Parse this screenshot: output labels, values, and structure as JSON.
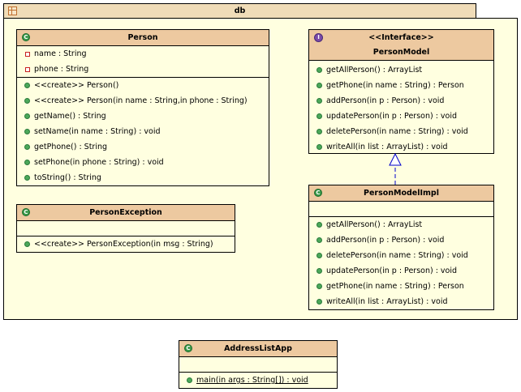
{
  "package": {
    "name": "db"
  },
  "classes": {
    "person": {
      "name": "Person",
      "attributes": [
        "name : String",
        "phone : String"
      ],
      "operations": [
        "<<create>> Person()",
        "<<create>> Person(in name : String,in phone : String)",
        "getName() : String",
        "setName(in name : String) : void",
        "getPhone() : String",
        "setPhone(in phone : String) : void",
        "toString() : String"
      ]
    },
    "person_model": {
      "stereotype": "<<Interface>>",
      "name": "PersonModel",
      "operations": [
        "getAllPerson() : ArrayList",
        "getPhone(in name : String) : Person",
        "addPerson(in p : Person) : void",
        "updatePerson(in p : Person) : void",
        "deletePerson(in name : String) : void",
        "writeAll(in list : ArrayList) : void"
      ]
    },
    "person_exception": {
      "name": "PersonException",
      "operations": [
        "<<create>> PersonException(in msg : String)"
      ]
    },
    "person_model_impl": {
      "name": "PersonModelImpl",
      "operations": [
        "getAllPerson() : ArrayList",
        "addPerson(in p : Person) : void",
        "deletePerson(in name : String) : void",
        "updatePerson(in p : Person) : void",
        "getPhone(in name : String) : Person",
        "writeAll(in list : ArrayList) : void"
      ]
    },
    "address_list_app": {
      "name": "AddressListApp",
      "operations": [
        "main(in args : String[]) : void"
      ]
    }
  },
  "icons": {
    "class": "class-icon",
    "interface": "interface-icon",
    "package": "package-icon",
    "public_member": "public-member-icon",
    "private_member": "private-member-icon"
  },
  "colors": {
    "header_fill": "#edc9a0",
    "body_fill": "#ffffe0",
    "class_icon": "#3a9a4a",
    "interface_icon": "#7a4aa8",
    "realization_arrow": "#0000cc"
  }
}
